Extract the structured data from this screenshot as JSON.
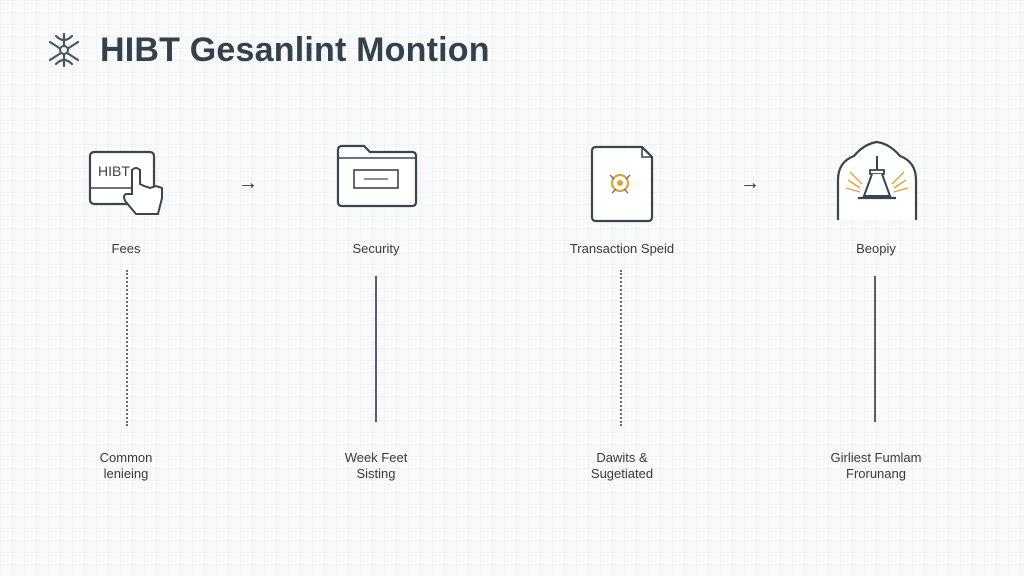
{
  "header": {
    "title": "HIBT Gesanlint Montion",
    "logo_icon": "star-burst-icon"
  },
  "steps": [
    {
      "icon": "hibt-screen-hand-icon",
      "icon_text": "HIBT",
      "label": "Fees",
      "note_line1": "Common",
      "note_line2": "lenieing"
    },
    {
      "icon": "folder-icon",
      "label": "Security",
      "note_line1": "Week Feet",
      "note_line2": "Sisting"
    },
    {
      "icon": "document-icon",
      "label": "Transaction Speid",
      "note_line1": "Dawits &",
      "note_line2": "Sugetiated"
    },
    {
      "icon": "shrine-icon",
      "label": "Beopiy",
      "note_line1": "Girliest Fumlam",
      "note_line2": "Frorunang"
    }
  ],
  "arrows": [
    "→",
    "→"
  ],
  "colors": {
    "text": "#34404c",
    "line": "#5a5f65",
    "accent": "#d7a640"
  }
}
